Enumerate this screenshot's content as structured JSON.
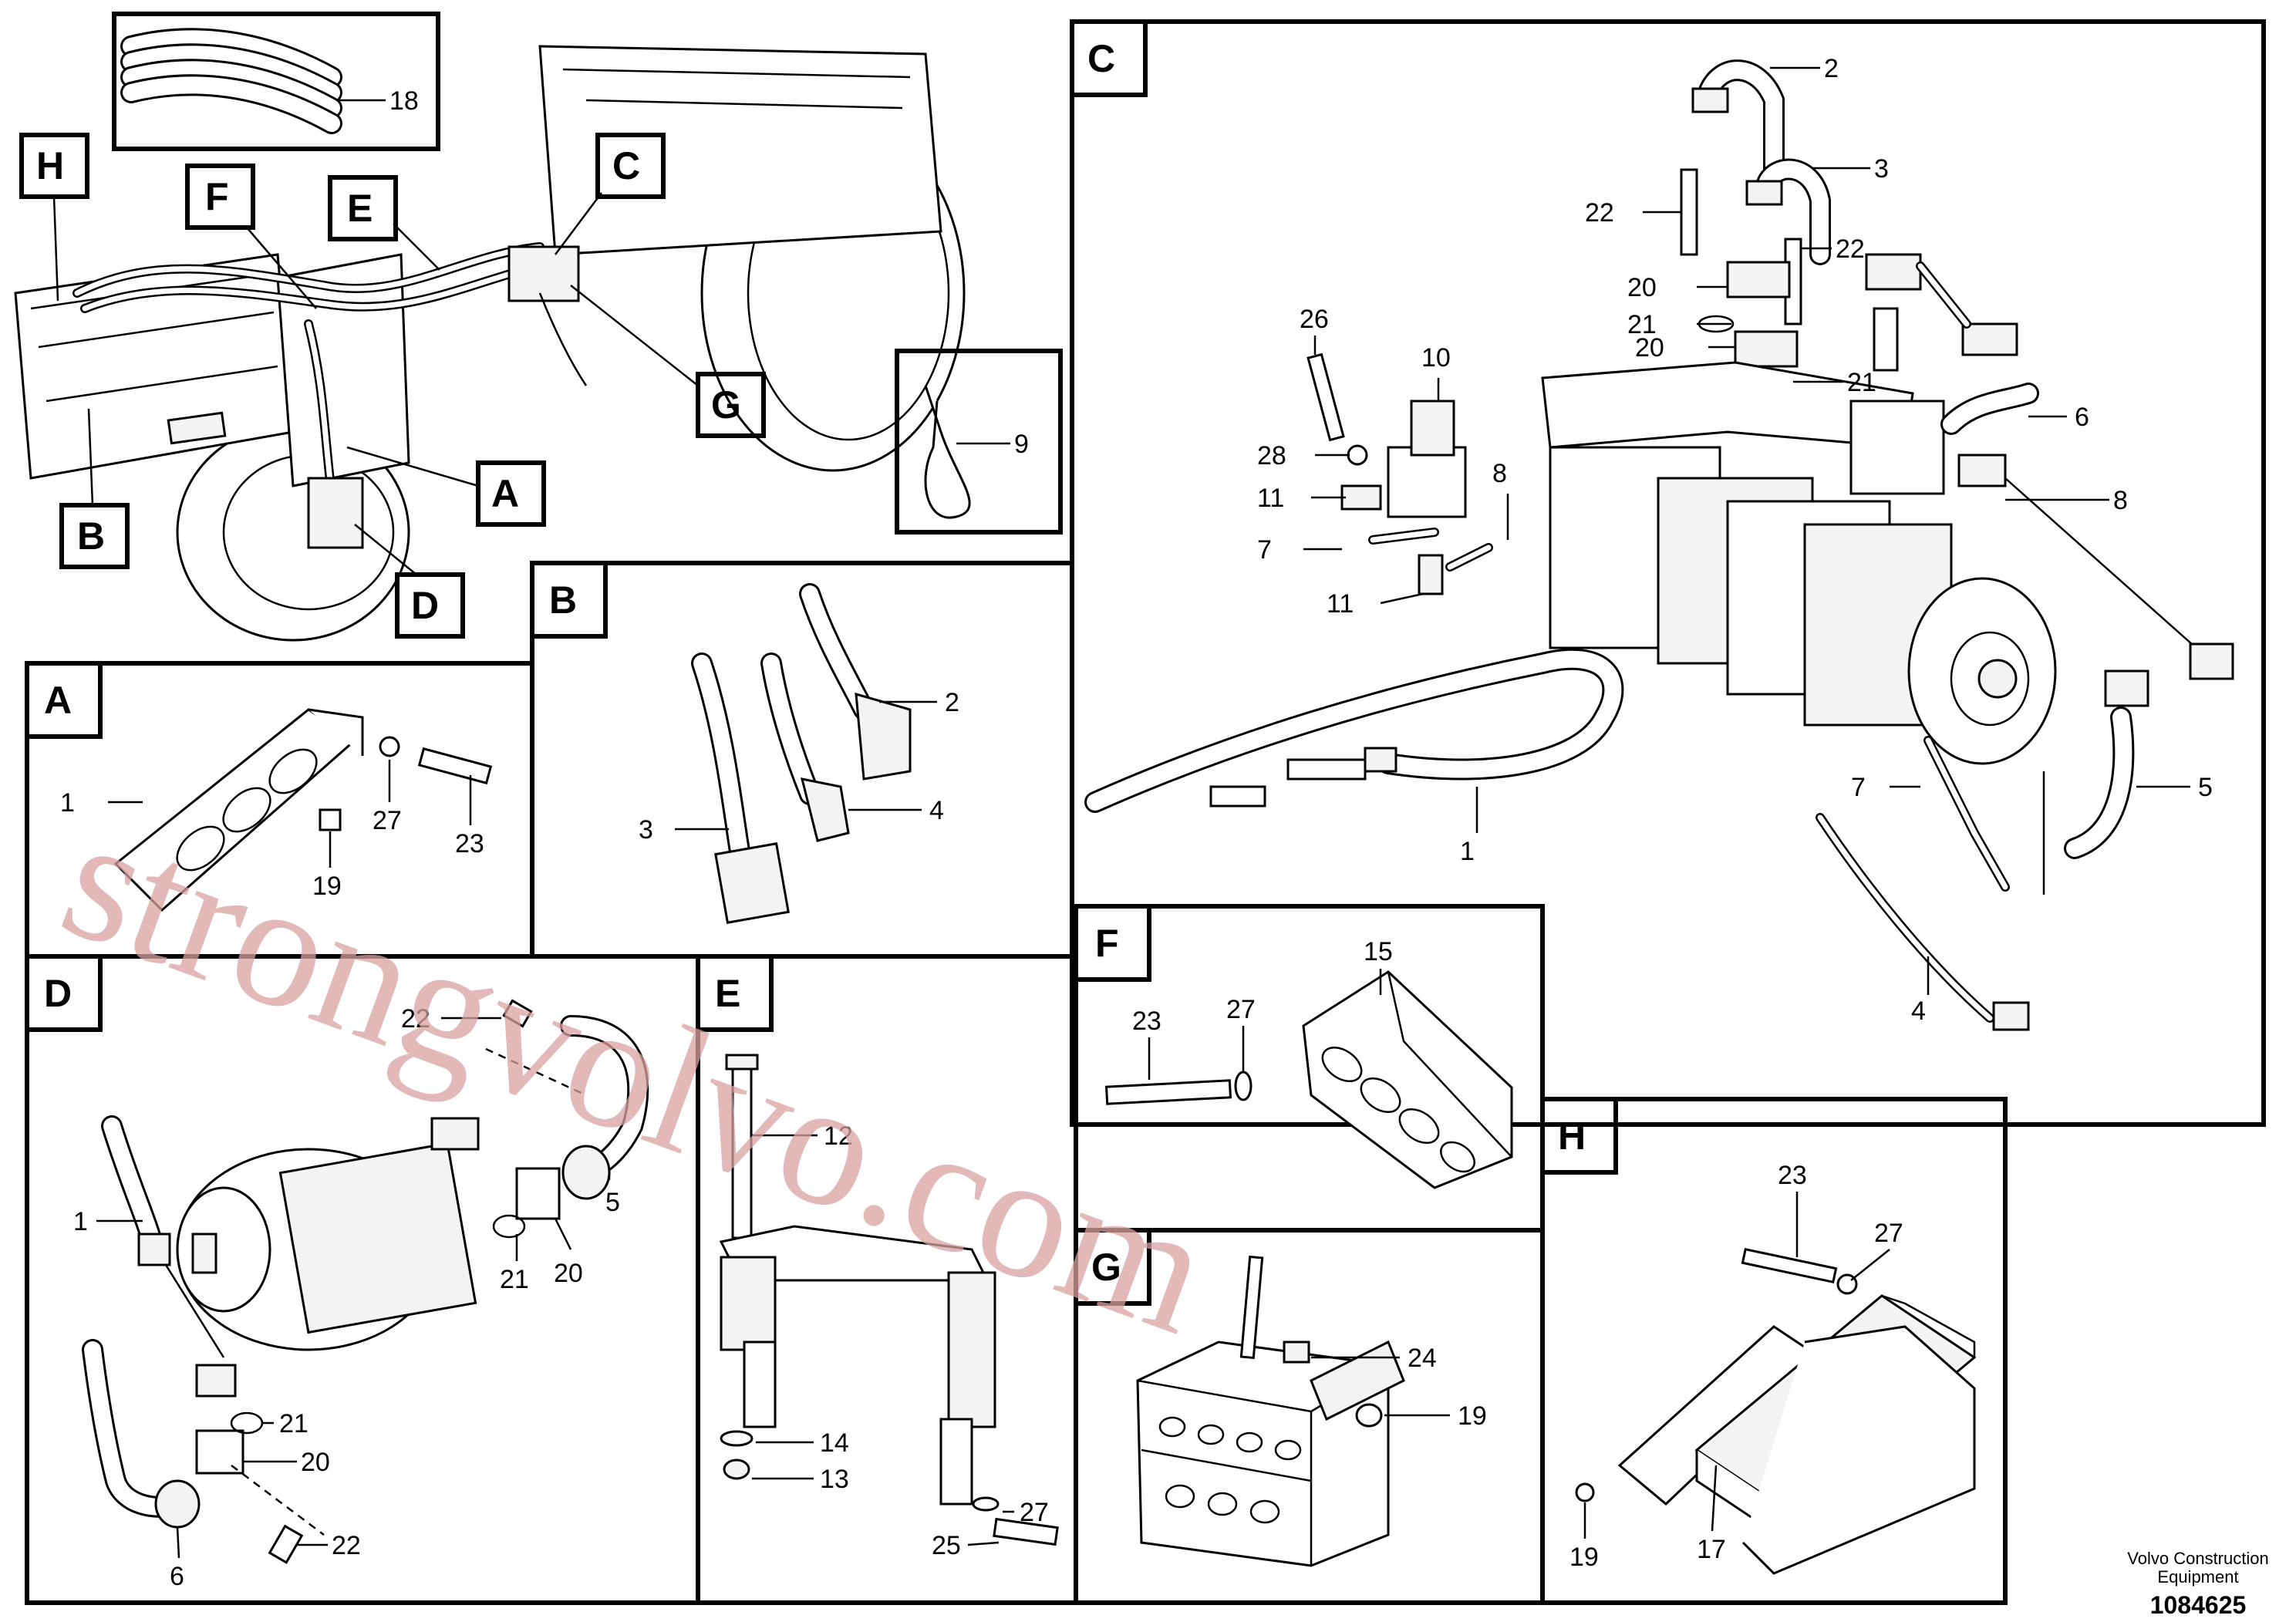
{
  "watermark": "strongvolvo.com",
  "footer": {
    "company": "Volvo Construction",
    "company2": "Equipment",
    "drawing_number": "1084625"
  },
  "panels": {
    "overview": {
      "labels": [
        "18",
        "9",
        "H",
        "F",
        "E",
        "C",
        "G",
        "A",
        "B",
        "D"
      ]
    },
    "A": {
      "tag": "A",
      "labels": [
        "1",
        "27",
        "23",
        "19"
      ]
    },
    "B": {
      "tag": "B",
      "labels": [
        "2",
        "4",
        "3"
      ]
    },
    "C": {
      "tag": "C",
      "labels": [
        "2",
        "3",
        "22",
        "22",
        "20",
        "21",
        "20",
        "21",
        "26",
        "10",
        "28",
        "11",
        "8",
        "7",
        "11",
        "6",
        "8",
        "1",
        "7",
        "5",
        "4"
      ]
    },
    "D": {
      "tag": "D",
      "labels": [
        "22",
        "5",
        "1",
        "20",
        "21",
        "21",
        "20",
        "6",
        "22"
      ]
    },
    "E": {
      "tag": "E",
      "labels": [
        "12",
        "14",
        "13",
        "27",
        "25"
      ]
    },
    "F": {
      "tag": "F",
      "labels": [
        "15",
        "23",
        "27"
      ]
    },
    "G": {
      "tag": "G",
      "labels": [
        "24",
        "19"
      ]
    },
    "H": {
      "tag": "H",
      "labels": [
        "23",
        "27",
        "19",
        "17"
      ]
    }
  }
}
